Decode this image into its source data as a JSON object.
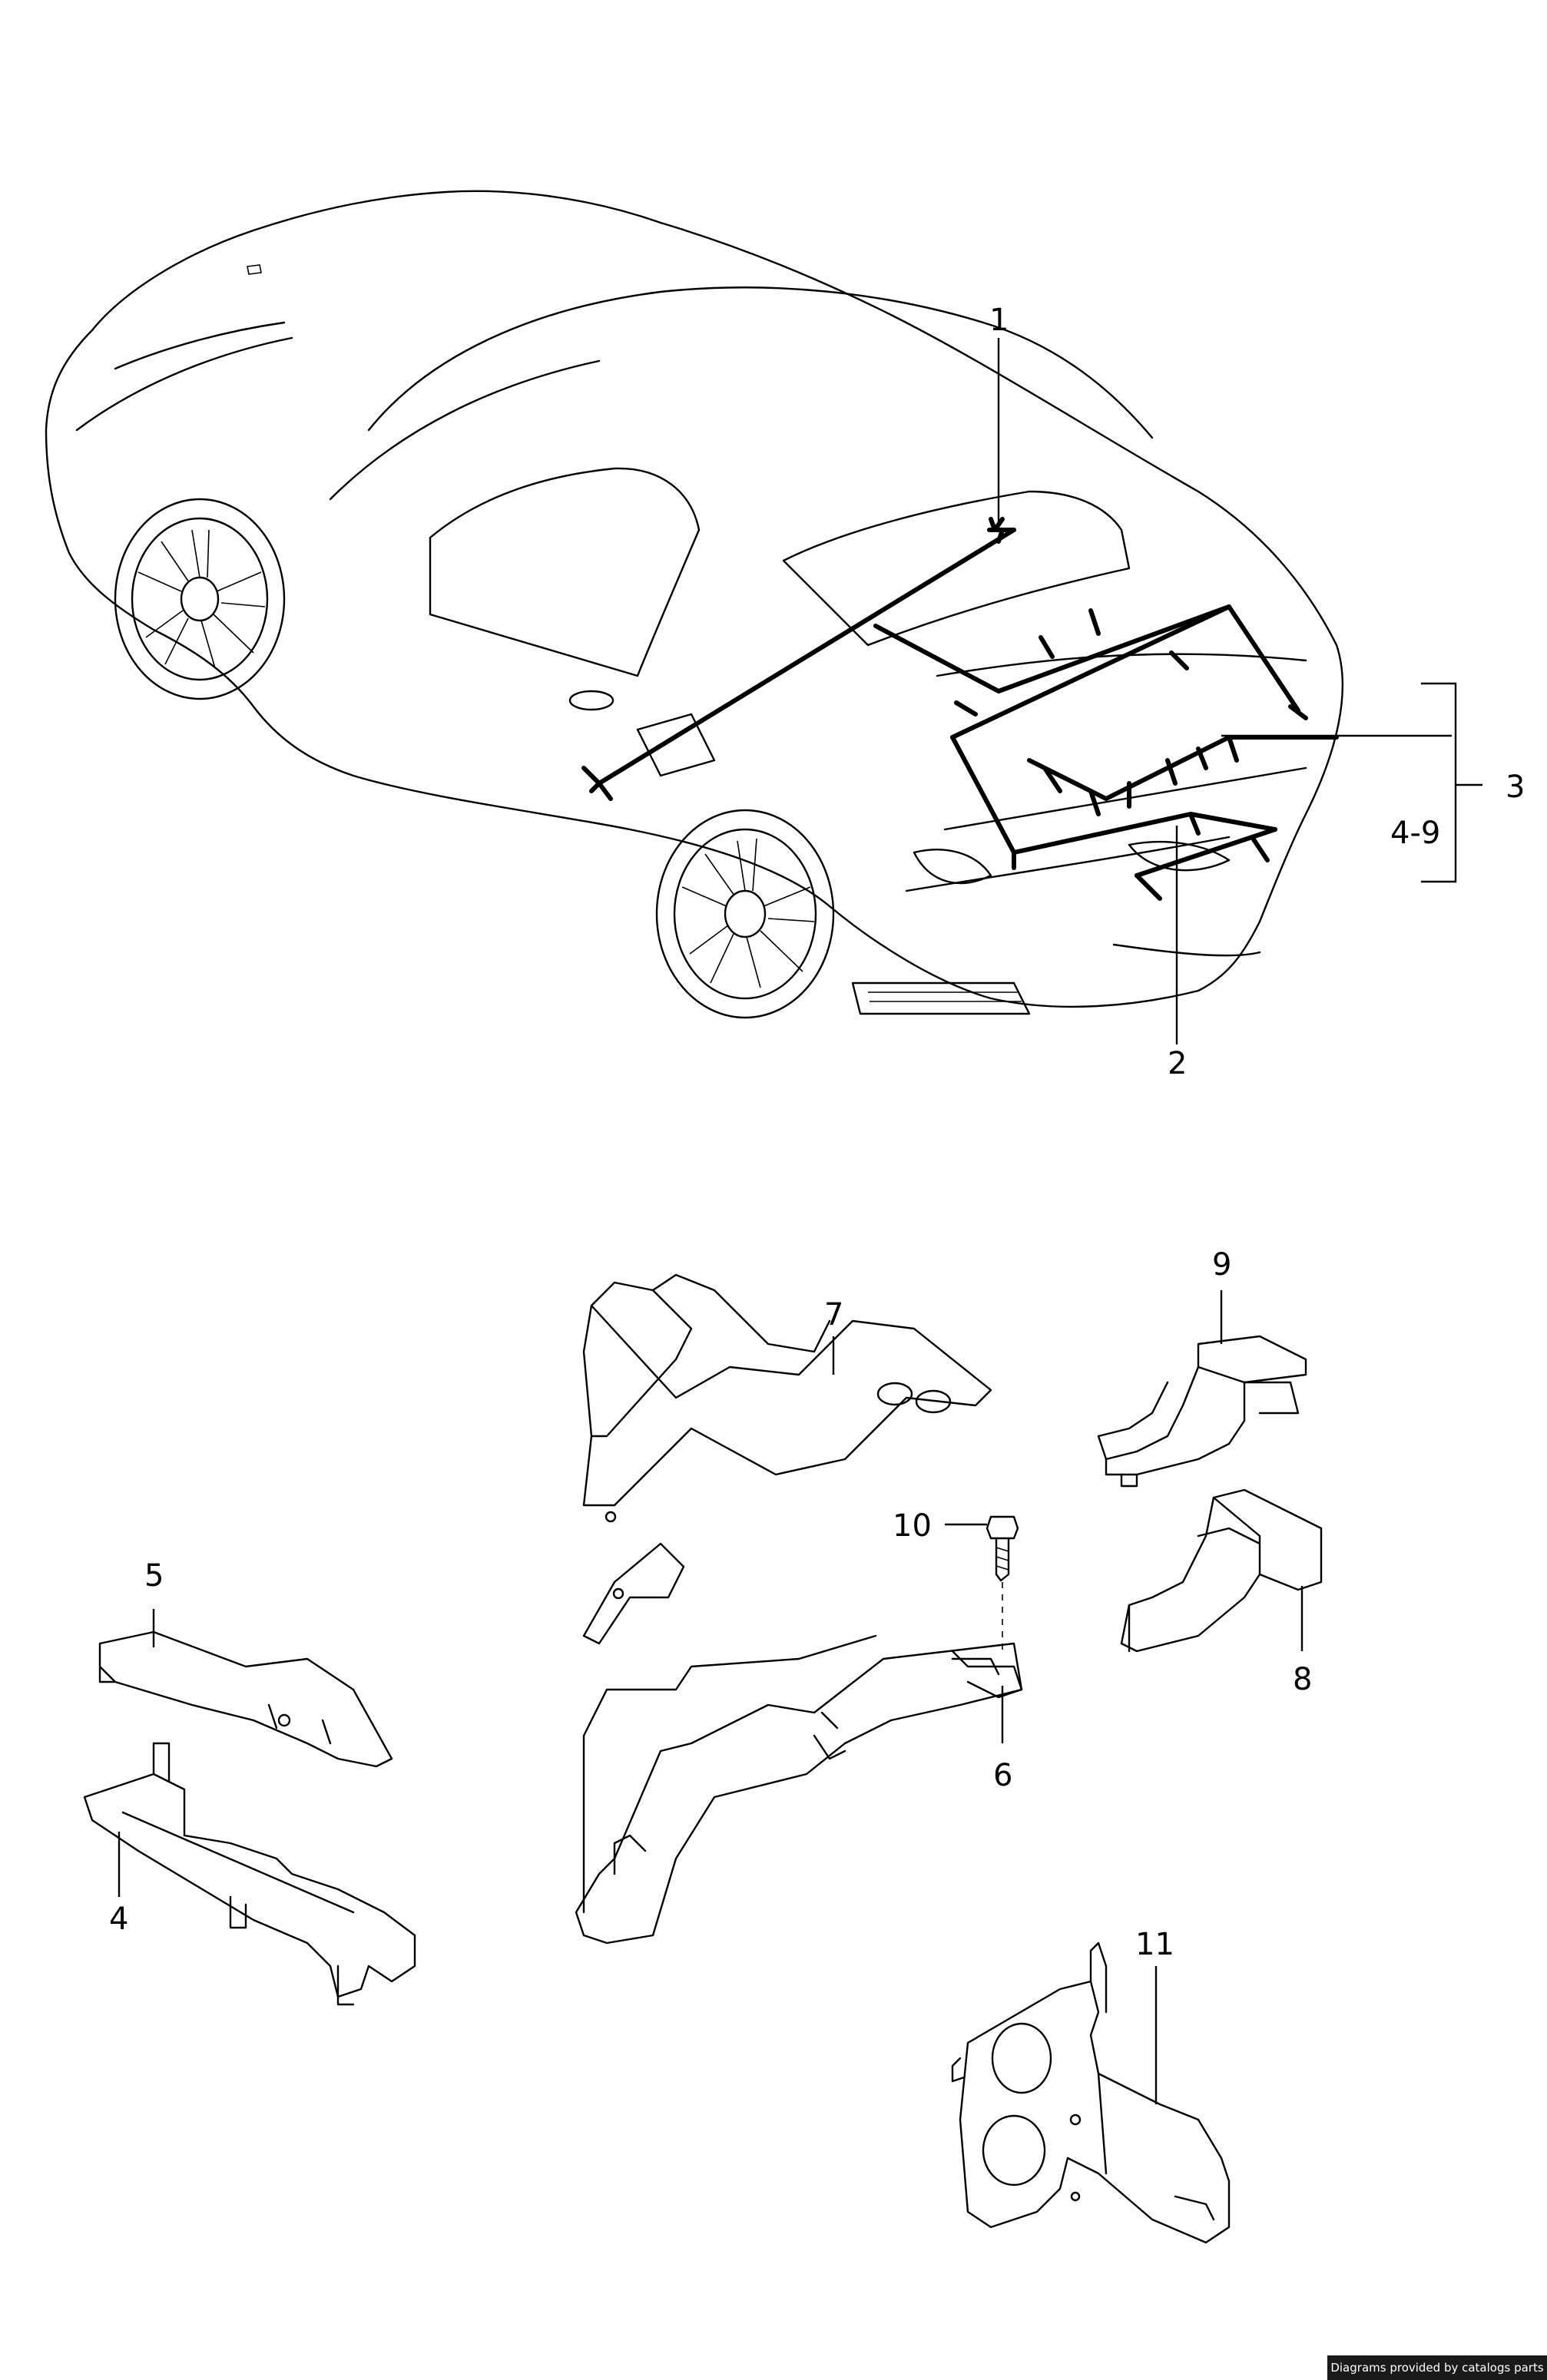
{
  "callouts": {
    "c1": "1",
    "c2": "2",
    "c3": "3",
    "c4_9": "4-9",
    "c4": "4",
    "c5": "5",
    "c6": "6",
    "c7": "7",
    "c8": "8",
    "c9": "9",
    "c10": "10",
    "c11": "11"
  },
  "footer": {
    "credit": "Diagrams provided by catalogs parts"
  }
}
